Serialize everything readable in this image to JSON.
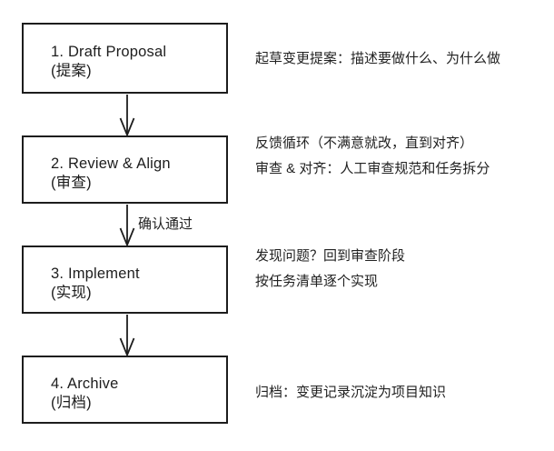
{
  "flowchart": {
    "steps": [
      {
        "title": "1. Draft Proposal",
        "subtitle": "(提案)"
      },
      {
        "title": "2. Review & Align",
        "subtitle": "(审查)"
      },
      {
        "title": "3. Implement",
        "subtitle": "(实现)"
      },
      {
        "title": "4. Archive",
        "subtitle": "(归档)"
      }
    ],
    "arrow_label": "确认通过",
    "annotations": [
      {
        "lines": [
          "起草变更提案：描述要做什么、为什么做"
        ]
      },
      {
        "lines": [
          "反馈循环（不满意就改，直到对齐）",
          "审查 & 对齐：人工审查规范和任务拆分"
        ]
      },
      {
        "lines": [
          "发现问题？回到审查阶段",
          "按任务清单逐个实现"
        ]
      },
      {
        "lines": [
          "归档：变更记录沉淀为项目知识"
        ]
      }
    ],
    "colors": {
      "line": "#1d1d1d",
      "text": "#222222",
      "background": "#ffffff"
    }
  }
}
